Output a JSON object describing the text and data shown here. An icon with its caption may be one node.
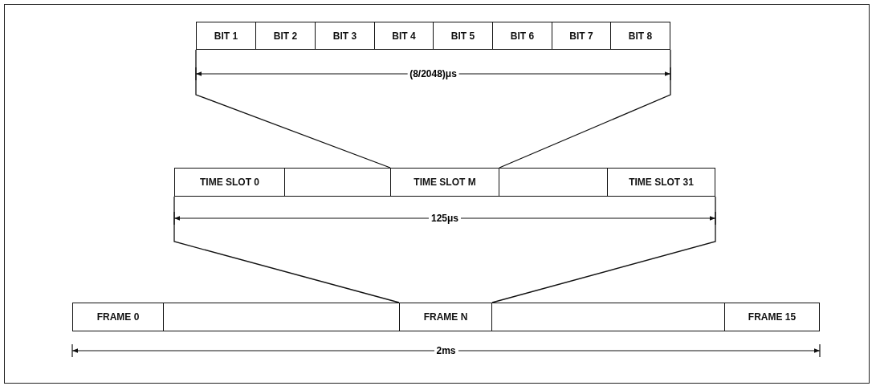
{
  "diagram": {
    "nodes": [
      {
        "text": [
          "BIT 1"
        ]
      },
      {
        "text": [
          "BIT 2"
        ]
      },
      {
        "text": [
          "BIT 3"
        ]
      },
      {
        "text": [
          "BIT 4"
        ]
      },
      {
        "text": [
          "BIT 5"
        ]
      },
      {
        "text": [
          "BIT 6"
        ]
      },
      {
        "text": [
          "BIT 7"
        ]
      },
      {
        "text": [
          "BIT 8"
        ]
      },
      {
        "text": [
          "TIME SLOT 0"
        ]
      },
      {
        "text": [],
        "shape": "box"
      },
      {
        "text": [
          "TIME SLOT M"
        ]
      },
      {
        "text": [],
        "shape": "box"
      },
      {
        "text": [
          "TIME SLOT 31"
        ]
      },
      {
        "text": [
          "FRAME 0"
        ]
      },
      {
        "text": [],
        "shape": "box"
      },
      {
        "text": [
          "FRAME N"
        ]
      },
      {
        "text": [],
        "shape": "box"
      },
      {
        "text": [
          "FRAME 15"
        ]
      }
    ],
    "edges": [
      {
        "from": 0,
        "to": 10,
        "arrow": "none"
      },
      {
        "from": 7,
        "to": 10,
        "arrow": "none"
      },
      {
        "from": 8,
        "to": 15,
        "arrow": "none"
      },
      {
        "from": 12,
        "to": 15,
        "arrow": "none"
      }
    ],
    "labels": [
      "(8/2048)μs",
      "125μs",
      "2ms"
    ]
  }
}
